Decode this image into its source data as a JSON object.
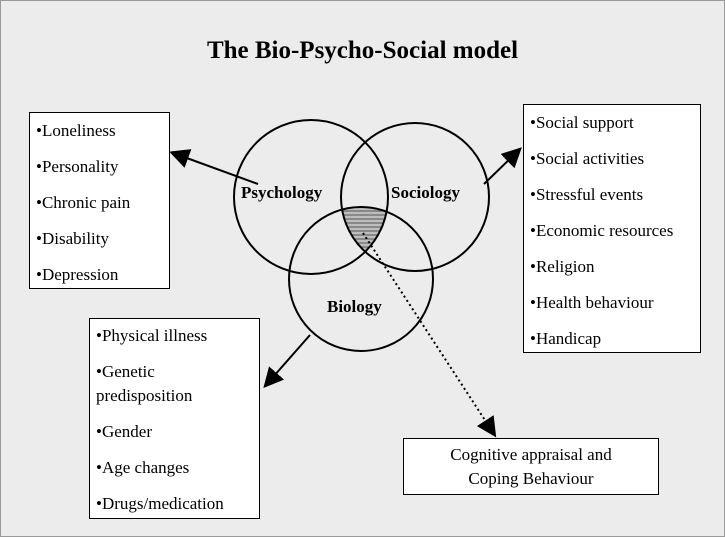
{
  "title": "The Bio-Psycho-Social model",
  "circles": {
    "psychology": "Psychology",
    "sociology": "Sociology",
    "biology": "Biology"
  },
  "psychology_factors": [
    "•Loneliness",
    "•Personality",
    "•Chronic pain",
    "•Disability",
    "•Depression"
  ],
  "sociology_factors": [
    "•Social support",
    "•Social activities",
    "•Stressful events",
    "•Economic resources",
    "•Religion",
    "•Health behaviour",
    "•Handicap"
  ],
  "biology_factors": [
    "•Physical illness",
    "•Genetic predisposition",
    "•Gender",
    "•Age changes",
    "•Drugs/medication"
  ],
  "coping": {
    "line1": "Cognitive appraisal and",
    "line2": "Coping Behaviour"
  }
}
